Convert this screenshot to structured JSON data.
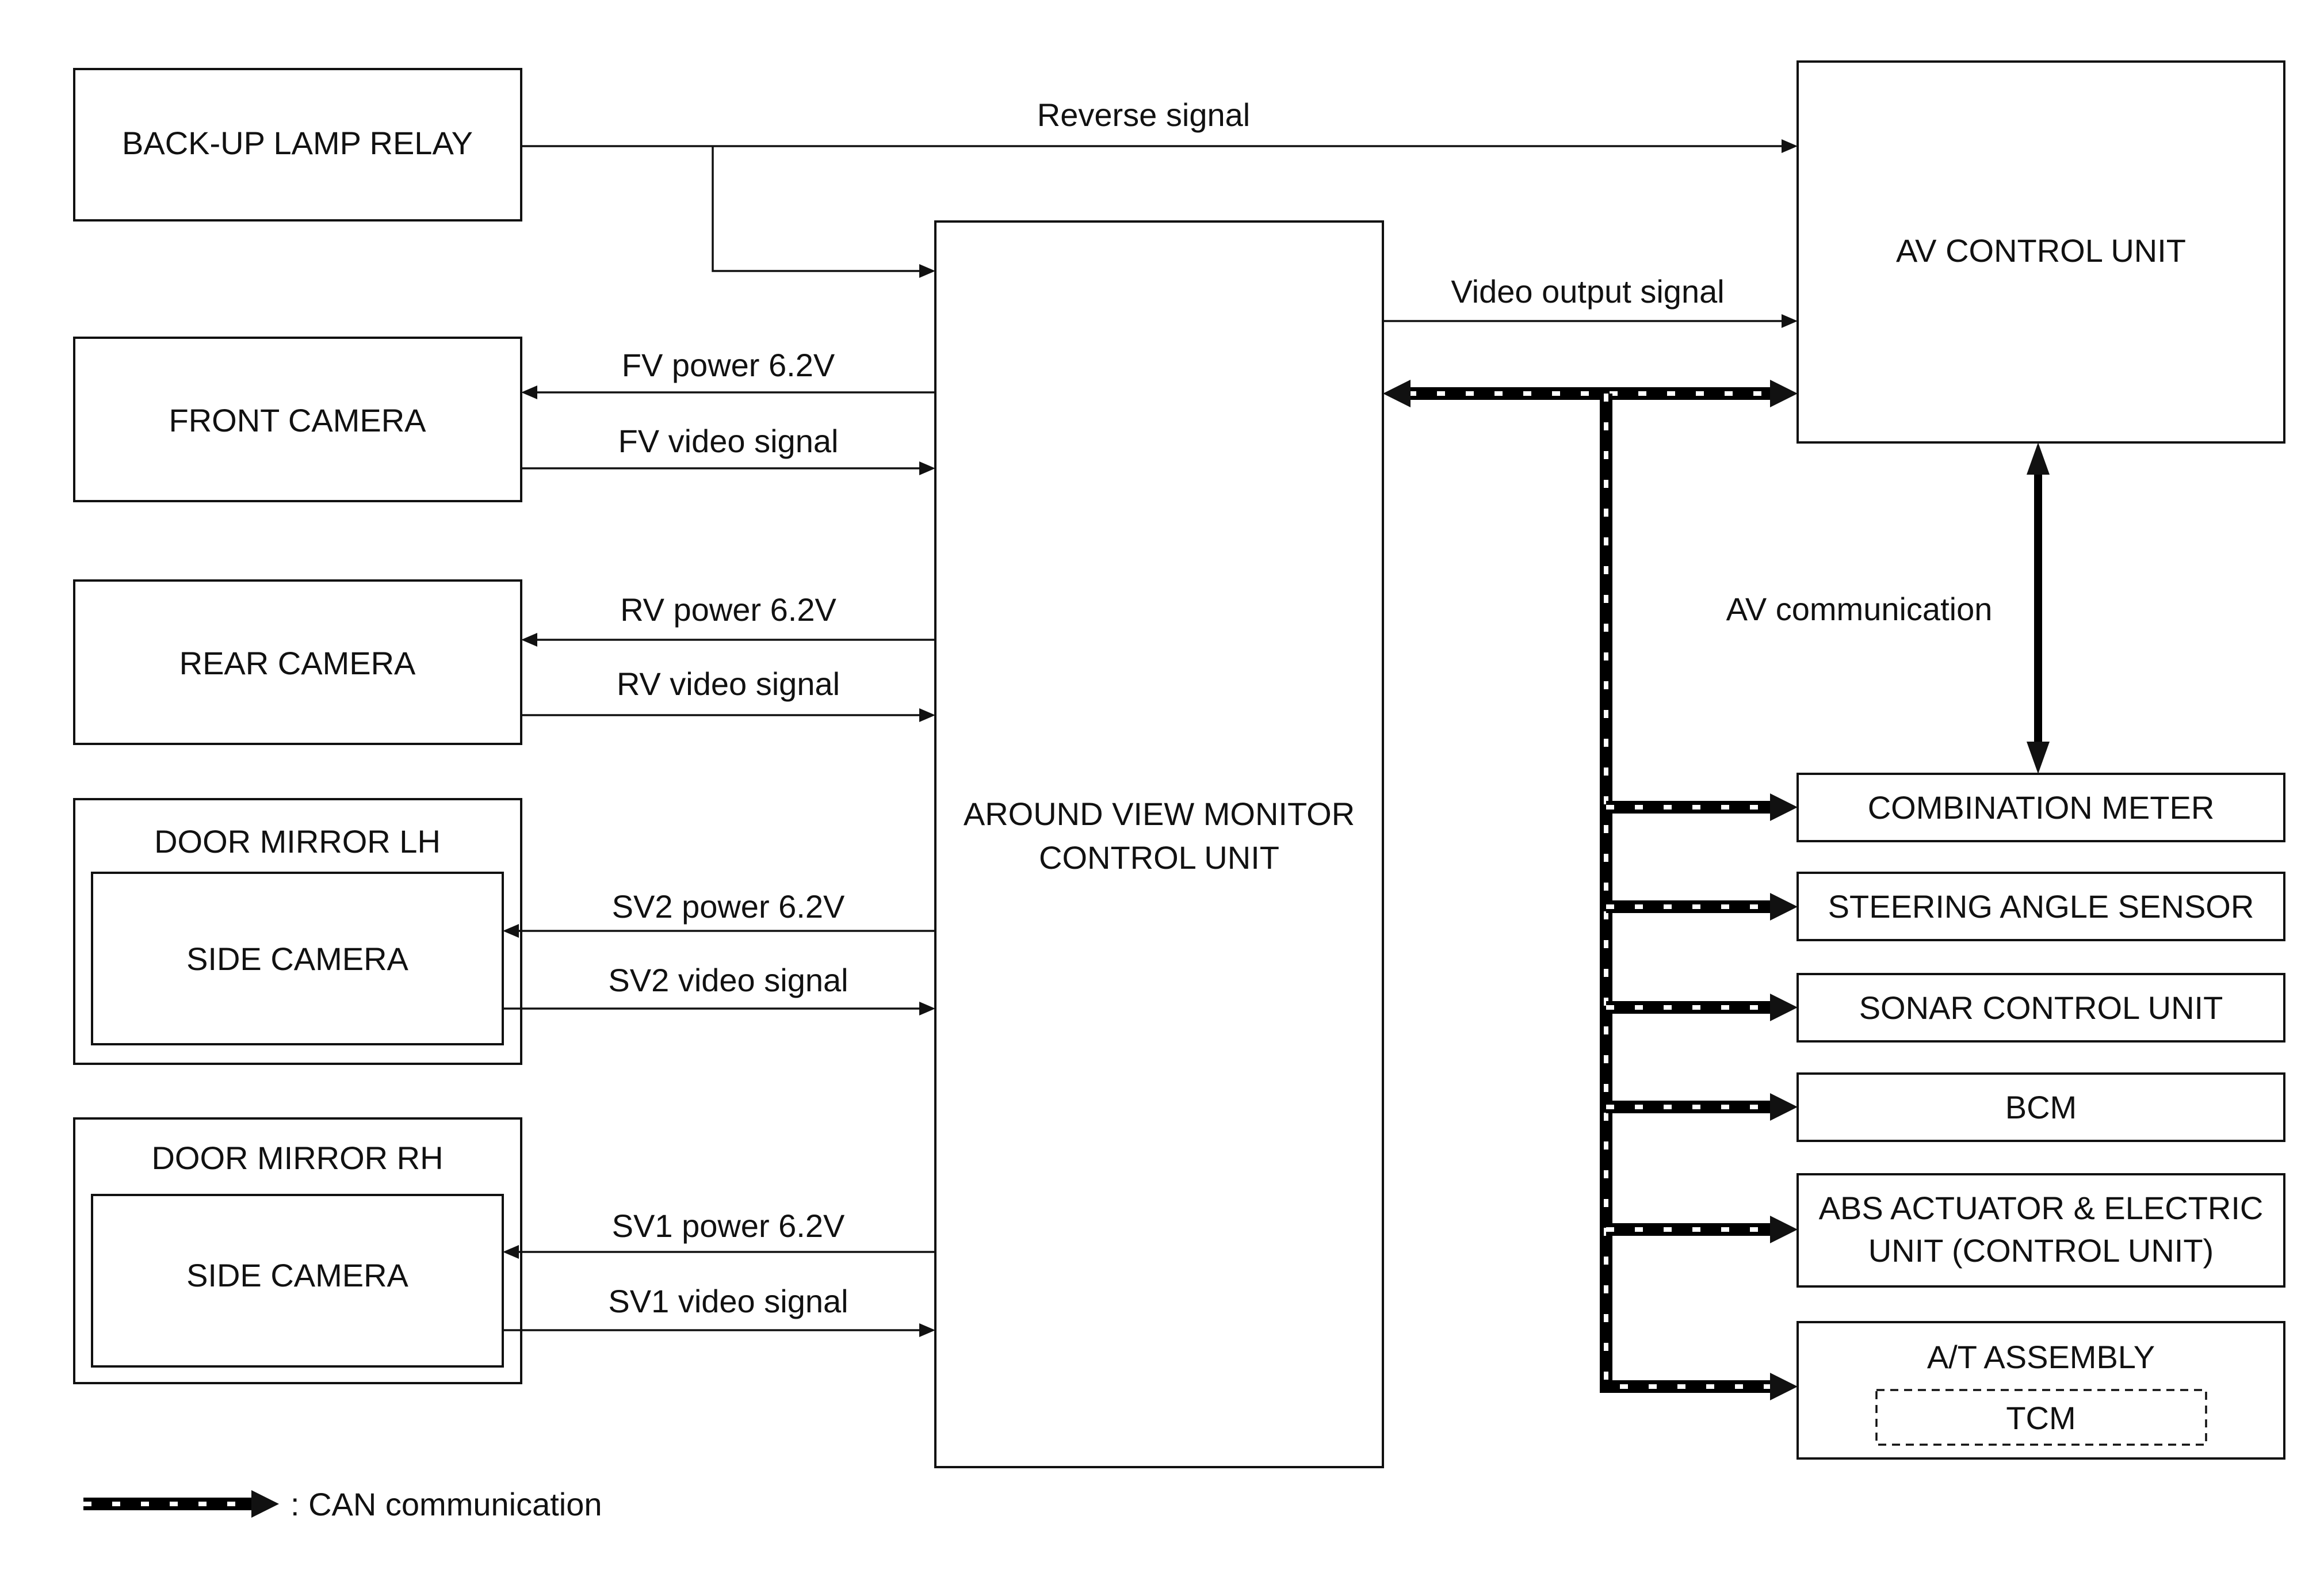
{
  "blocks": {
    "backup_lamp_relay": "BACK-UP LAMP RELAY",
    "front_camera": "FRONT CAMERA",
    "rear_camera": "REAR CAMERA",
    "door_mirror_lh": "DOOR MIRROR LH",
    "side_camera_lh": "SIDE CAMERA",
    "door_mirror_rh": "DOOR MIRROR RH",
    "side_camera_rh": "SIDE CAMERA",
    "avm_line1": "AROUND VIEW MONITOR",
    "avm_line2": "CONTROL UNIT",
    "av_control_unit": "AV CONTROL UNIT",
    "combination_meter": "COMBINATION METER",
    "steering_angle_sensor": "STEERING ANGLE SENSOR",
    "sonar_control_unit": "SONAR CONTROL UNIT",
    "bcm": "BCM",
    "abs_line1": "ABS ACTUATOR & ELECTRIC",
    "abs_line2": "UNIT (CONTROL UNIT)",
    "at_assembly": "A/T ASSEMBLY",
    "tcm": "TCM"
  },
  "signals": {
    "reverse": "Reverse signal",
    "video_output": "Video output signal",
    "fv_power": "FV power 6.2V",
    "fv_video": "FV video signal",
    "rv_power": "RV power 6.2V",
    "rv_video": "RV video signal",
    "sv2_power": "SV2 power 6.2V",
    "sv2_video": "SV2 video signal",
    "sv1_power": "SV1 power 6.2V",
    "sv1_video": "SV1 video signal",
    "av_comm": "AV communication"
  },
  "legend": {
    "can": ": CAN communication"
  }
}
